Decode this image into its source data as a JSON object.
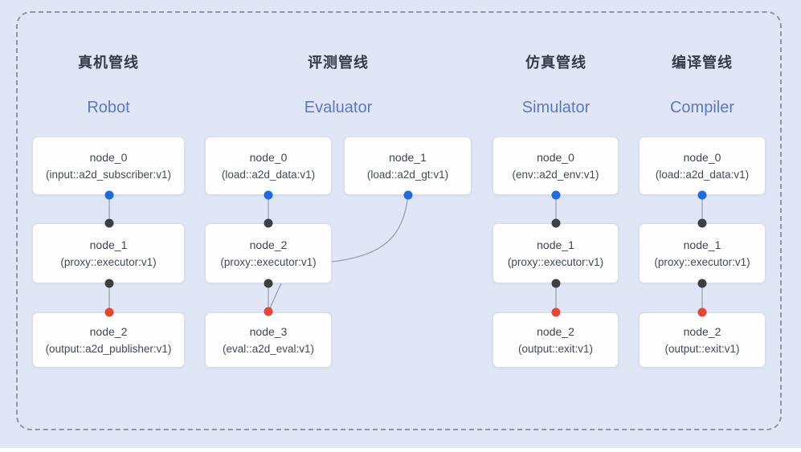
{
  "diagram": {
    "background_color": "#e0e6f6",
    "frame_border_color": "#9097a4",
    "edge_color": "#9aa1ae"
  },
  "colors": {
    "port_blue": "#1d6be3",
    "port_dark": "#3d3f42",
    "port_red": "#e84430",
    "title_en": "#5b78c6",
    "title_zh": "#333b49"
  },
  "pipelines": [
    {
      "title_zh": "真机管线",
      "title_en": "Robot",
      "nodes": [
        {
          "name": "node_0",
          "type": "(input::a2d_subscriber:v1)"
        },
        {
          "name": "node_1",
          "type": "(proxy::executor:v1)"
        },
        {
          "name": "node_2",
          "type": "(output::a2d_publisher:v1)"
        }
      ]
    },
    {
      "title_zh": "评测管线",
      "title_en": "Evaluator",
      "nodes": [
        {
          "name": "node_0",
          "type": "(load::a2d_data:v1)"
        },
        {
          "name": "node_1",
          "type": "(load::a2d_gt:v1)"
        },
        {
          "name": "node_2",
          "type": "(proxy::executor:v1)"
        },
        {
          "name": "node_3",
          "type": "(eval::a2d_eval:v1)"
        }
      ]
    },
    {
      "title_zh": "仿真管线",
      "title_en": "Simulator",
      "nodes": [
        {
          "name": "node_0",
          "type": "(env::a2d_env:v1)"
        },
        {
          "name": "node_1",
          "type": "(proxy::executor:v1)"
        },
        {
          "name": "node_2",
          "type": "(output::exit:v1)"
        }
      ]
    },
    {
      "title_zh": "编译管线",
      "title_en": "Compiler",
      "nodes": [
        {
          "name": "node_0",
          "type": "(load::a2d_data:v1)"
        },
        {
          "name": "node_1",
          "type": "(proxy::executor:v1)"
        },
        {
          "name": "node_2",
          "type": "(output::exit:v1)"
        }
      ]
    }
  ]
}
